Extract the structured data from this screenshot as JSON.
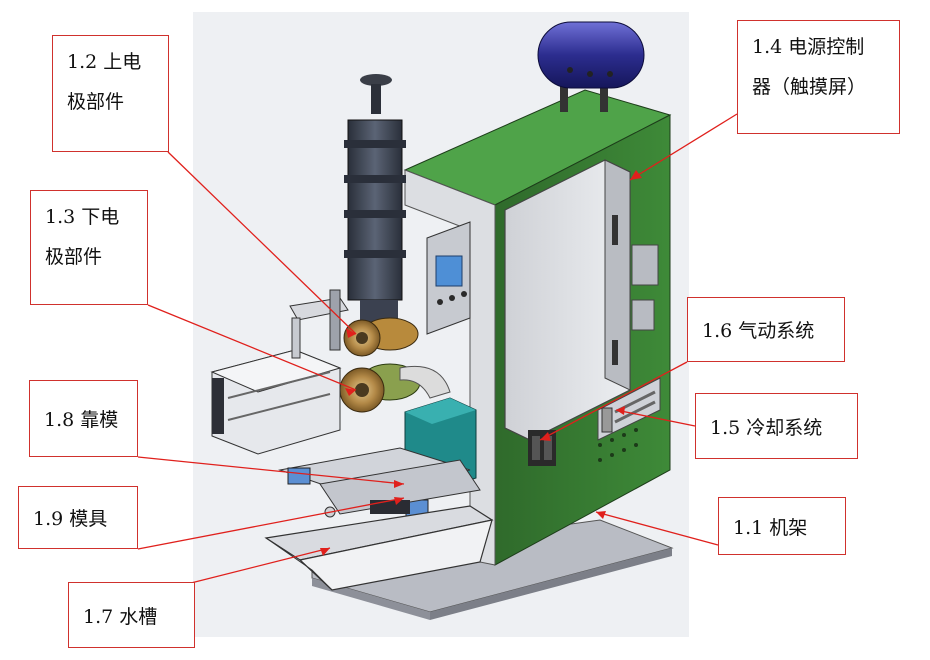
{
  "callouts": {
    "c1_2": {
      "line1": "1.2  上电",
      "line2": "极部件"
    },
    "c1_3": {
      "line1": "1.3  下电",
      "line2": "极部件"
    },
    "c1_4": {
      "line1": "1.4  电源控制",
      "line2": "器（触摸屏）"
    },
    "c1_6": {
      "text": "1.6 气动系统"
    },
    "c1_5": {
      "text": "1.5 冷却系统"
    },
    "c1_8": {
      "text": "1.8 靠模"
    },
    "c1_9": {
      "text": "1.9 模具"
    },
    "c1_1": {
      "text": "1.1 机架"
    },
    "c1_7": {
      "text": "1.7 水槽"
    }
  },
  "colors": {
    "leader": "#e0201c",
    "frame_green": "#3f7f3a",
    "frame_green_top": "#4fa349",
    "tank_blue": "#2d2e8c",
    "cabinet_grey": "#dfe0e3",
    "coolant_teal": "#1f8a8a",
    "electrode_bronze": "#c09a55"
  }
}
